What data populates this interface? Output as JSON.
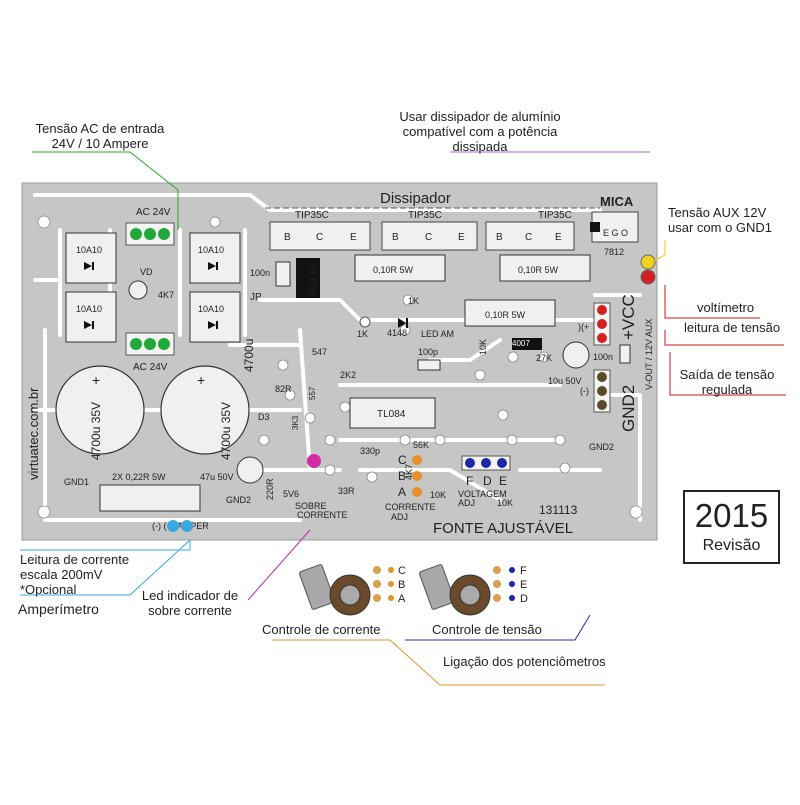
{
  "annotations": {
    "ac_input_l1": "Tensão AC de entrada",
    "ac_input_l2": "24V / 10 Ampere",
    "heatsink_note_l1": "Usar dissipador de alumínio",
    "heatsink_note_l2": "compatível com a potência",
    "heatsink_note_l3": "dissipada",
    "aux_l1": "Tensão AUX 12V",
    "aux_l2": "usar com o GND1",
    "voltmeter": "voltímetro",
    "voltage_reading": "leitura de tensão",
    "regulated_l1": "Saída de tensão",
    "regulated_l2": "regulada",
    "current_reading_l1": "Leitura de corrente",
    "current_reading_l2": "escala 200mV",
    "current_reading_l3": "*Opcional",
    "ammeter": "Amperímetro",
    "led_note_l1": "Led indicador de",
    "led_note_l2": "sobre corrente",
    "current_control": "Controle de corrente",
    "voltage_control": "Controle de tensão",
    "pot_connection": "Ligação dos potenciômetros"
  },
  "revision": {
    "year": "2015",
    "label": "Revisão"
  },
  "board": {
    "dissipador": "Dissipador",
    "mica": "MICA",
    "tip1": "TIP35C",
    "tip2": "TIP35C",
    "tip3": "TIP35C",
    "pin_b": "B",
    "pin_c": "C",
    "pin_e": "E",
    "reg_pins": "E G O",
    "reg_name": "7812",
    "ac24_top": "AC 24V",
    "ac24_bottom": "AC 24V",
    "diode": "10A10",
    "vd": "VD",
    "r4k7": "4K7",
    "c100n": "100n",
    "bd": "BD139",
    "jp": "JP",
    "r010": "0,10R 5W",
    "r1k": "1K",
    "d4148": "4148",
    "led_am": "LED AM",
    "r1k_b": "1K",
    "c100p": "100p",
    "r10k": "10K",
    "d4007": "4007",
    "r27k": "27K",
    "c10u": "10u 50V",
    "c4700": "4700u 35V",
    "c4700v": "4700u",
    "c4700v2": "35V",
    "site": "virtuatec.com.br",
    "gnd1": "GND1",
    "r022": "2X 0,22R 5W",
    "c47u": "47u 50V",
    "gnd2_a": "GND2",
    "gnd2_b": "GND2",
    "gnd2_big": "GND2",
    "vcc": "+VCC",
    "vout": "V-OUT / 12V AUX",
    "amper": "(-) (+) AMPER",
    "tl084": "TL084",
    "r2k2": "2K2",
    "r33r": "33R",
    "r56k": "56K",
    "r4k7b": "4K7",
    "c330p": "330p",
    "r220r": "220R",
    "d5v6": "5V6",
    "sobre1": "SOBRE",
    "sobre2": "CORRENTE",
    "corr1": "CORRENTE",
    "corr2": "ADJ",
    "volt1": "VOLTAGEM",
    "volt2": "ADJ",
    "v10k": "10K",
    "c10k": "10K",
    "abc_a": "A",
    "abc_b": "B",
    "abc_c": "C",
    "def_f": "F",
    "def_d": "D",
    "def_e": "E",
    "board_code": "131113",
    "board_title": "FONTE AJUSTÁVEL",
    "c4700_left": "4700u",
    "c100n_b": "100n",
    "r82r": "82R",
    "d3": "D3",
    "r3k3": "3K3",
    "c557": "557",
    "c547": "547",
    "m_plus": ")(+",
    "m_minus": "(-)"
  },
  "pots": {
    "left": {
      "c": "C",
      "b": "B",
      "a": "A"
    },
    "right": {
      "f": "F",
      "e": "E",
      "d": "D"
    }
  },
  "colors": {
    "board": "#c8c8c8",
    "trace": "#ffffff",
    "green_terminal": "#22a83a",
    "blue_terminal": "#1a2aa6",
    "orange_terminal": "#e8902a",
    "red_terminal": "#d42020",
    "yellow_terminal": "#f2d21a",
    "cyan_terminal": "#3aa8e0",
    "magenta_led": "#d42aa8",
    "leader_green": "#2aa82a",
    "leader_purple": "#a86ac8",
    "leader_yellow": "#e8c81a",
    "leader_red": "#c81a1a",
    "leader_orange": "#e0962a",
    "leader_blue": "#2a2aa8",
    "leader_cyan": "#3aa8e0",
    "leader_magenta": "#b82aa8"
  }
}
